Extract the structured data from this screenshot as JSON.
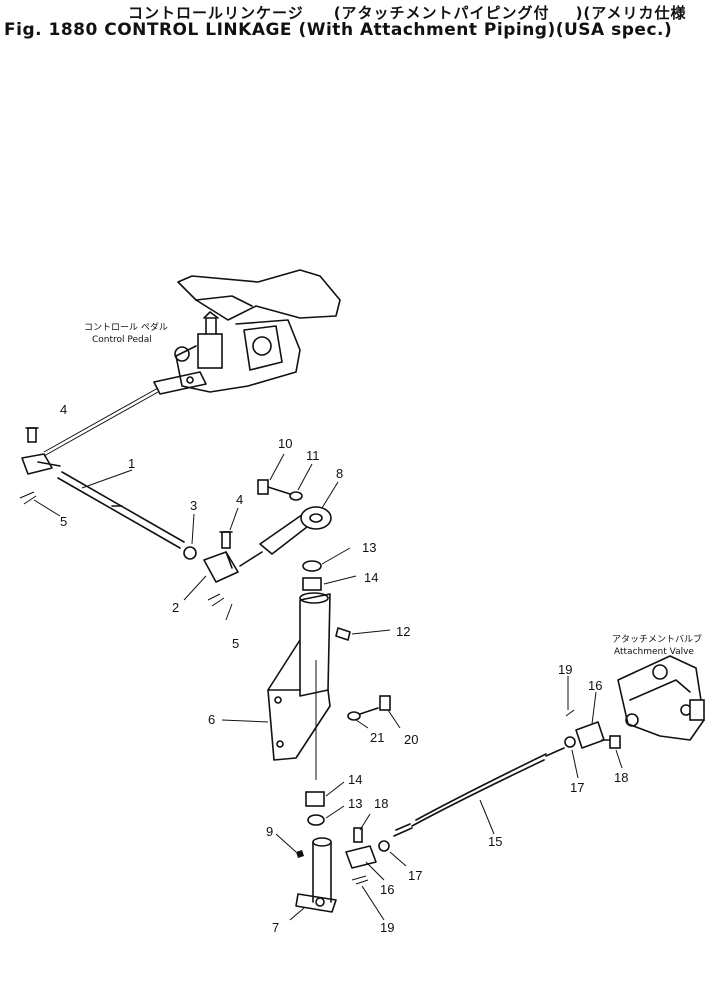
{
  "title": {
    "japanese": [
      "コントロールリンケージ",
      "(アタッチメントパイピング付",
      ")(アメリカ仕様"
    ],
    "english": "Fig. 1880 CONTROL LINKAGE (With Attachment Piping)(USA spec.)"
  },
  "components": {
    "control_pedal": {
      "jp": "コントロール ペダル",
      "en": "Control Pedal"
    },
    "attachment_valve": {
      "jp": "アタッチメントバルブ",
      "en": "Attachment Valve"
    }
  },
  "callouts": [
    "4",
    "1",
    "5",
    "3",
    "4",
    "10",
    "11",
    "8",
    "2",
    "5",
    "13",
    "14",
    "12",
    "6",
    "21",
    "20",
    "14",
    "13",
    "18",
    "9",
    "16",
    "7",
    "19",
    "15",
    "17",
    "19",
    "16",
    "17",
    "18"
  ]
}
